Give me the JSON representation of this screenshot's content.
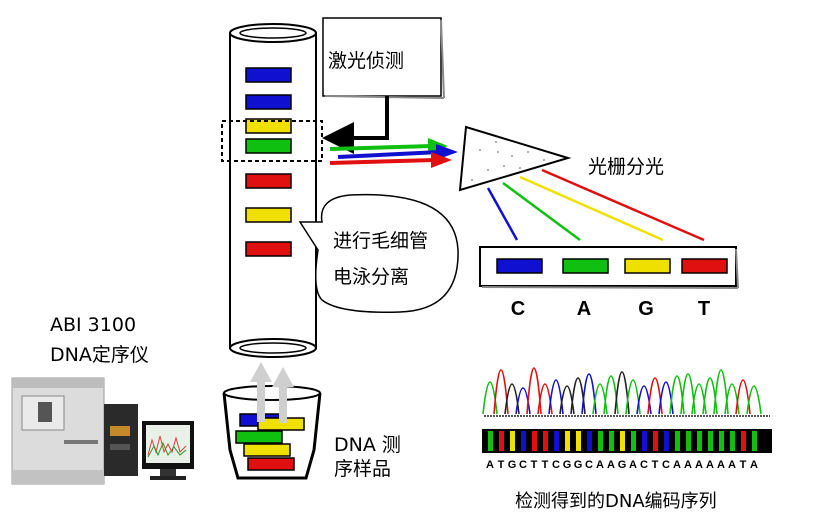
{
  "labels": {
    "laser_detection": "激光侦测",
    "grating": "光栅分光",
    "separation_line1": "进行毛细管",
    "separation_line2": "电泳分离",
    "instrument_line1": "ABI 3100",
    "instrument_line2": "DNA定序仪",
    "sample_line1": "DNA 测",
    "sample_line2": "序样品",
    "result": "检测得到的DNA编码序列"
  },
  "detector_bases": [
    "C",
    "A",
    "G",
    "T"
  ],
  "sequence": "ATGCTTCGGCAAGACTCAAAAAATA",
  "colors": {
    "C": "#1010d0",
    "A": "#10c010",
    "G": "#f0e000",
    "T": "#e01010"
  },
  "capillary_bands": [
    "blue",
    "blue",
    "yellow",
    "green",
    "red",
    "yellow",
    "red"
  ],
  "sample_bands": [
    "blue",
    "yellow",
    "green",
    "yellow",
    "red"
  ]
}
